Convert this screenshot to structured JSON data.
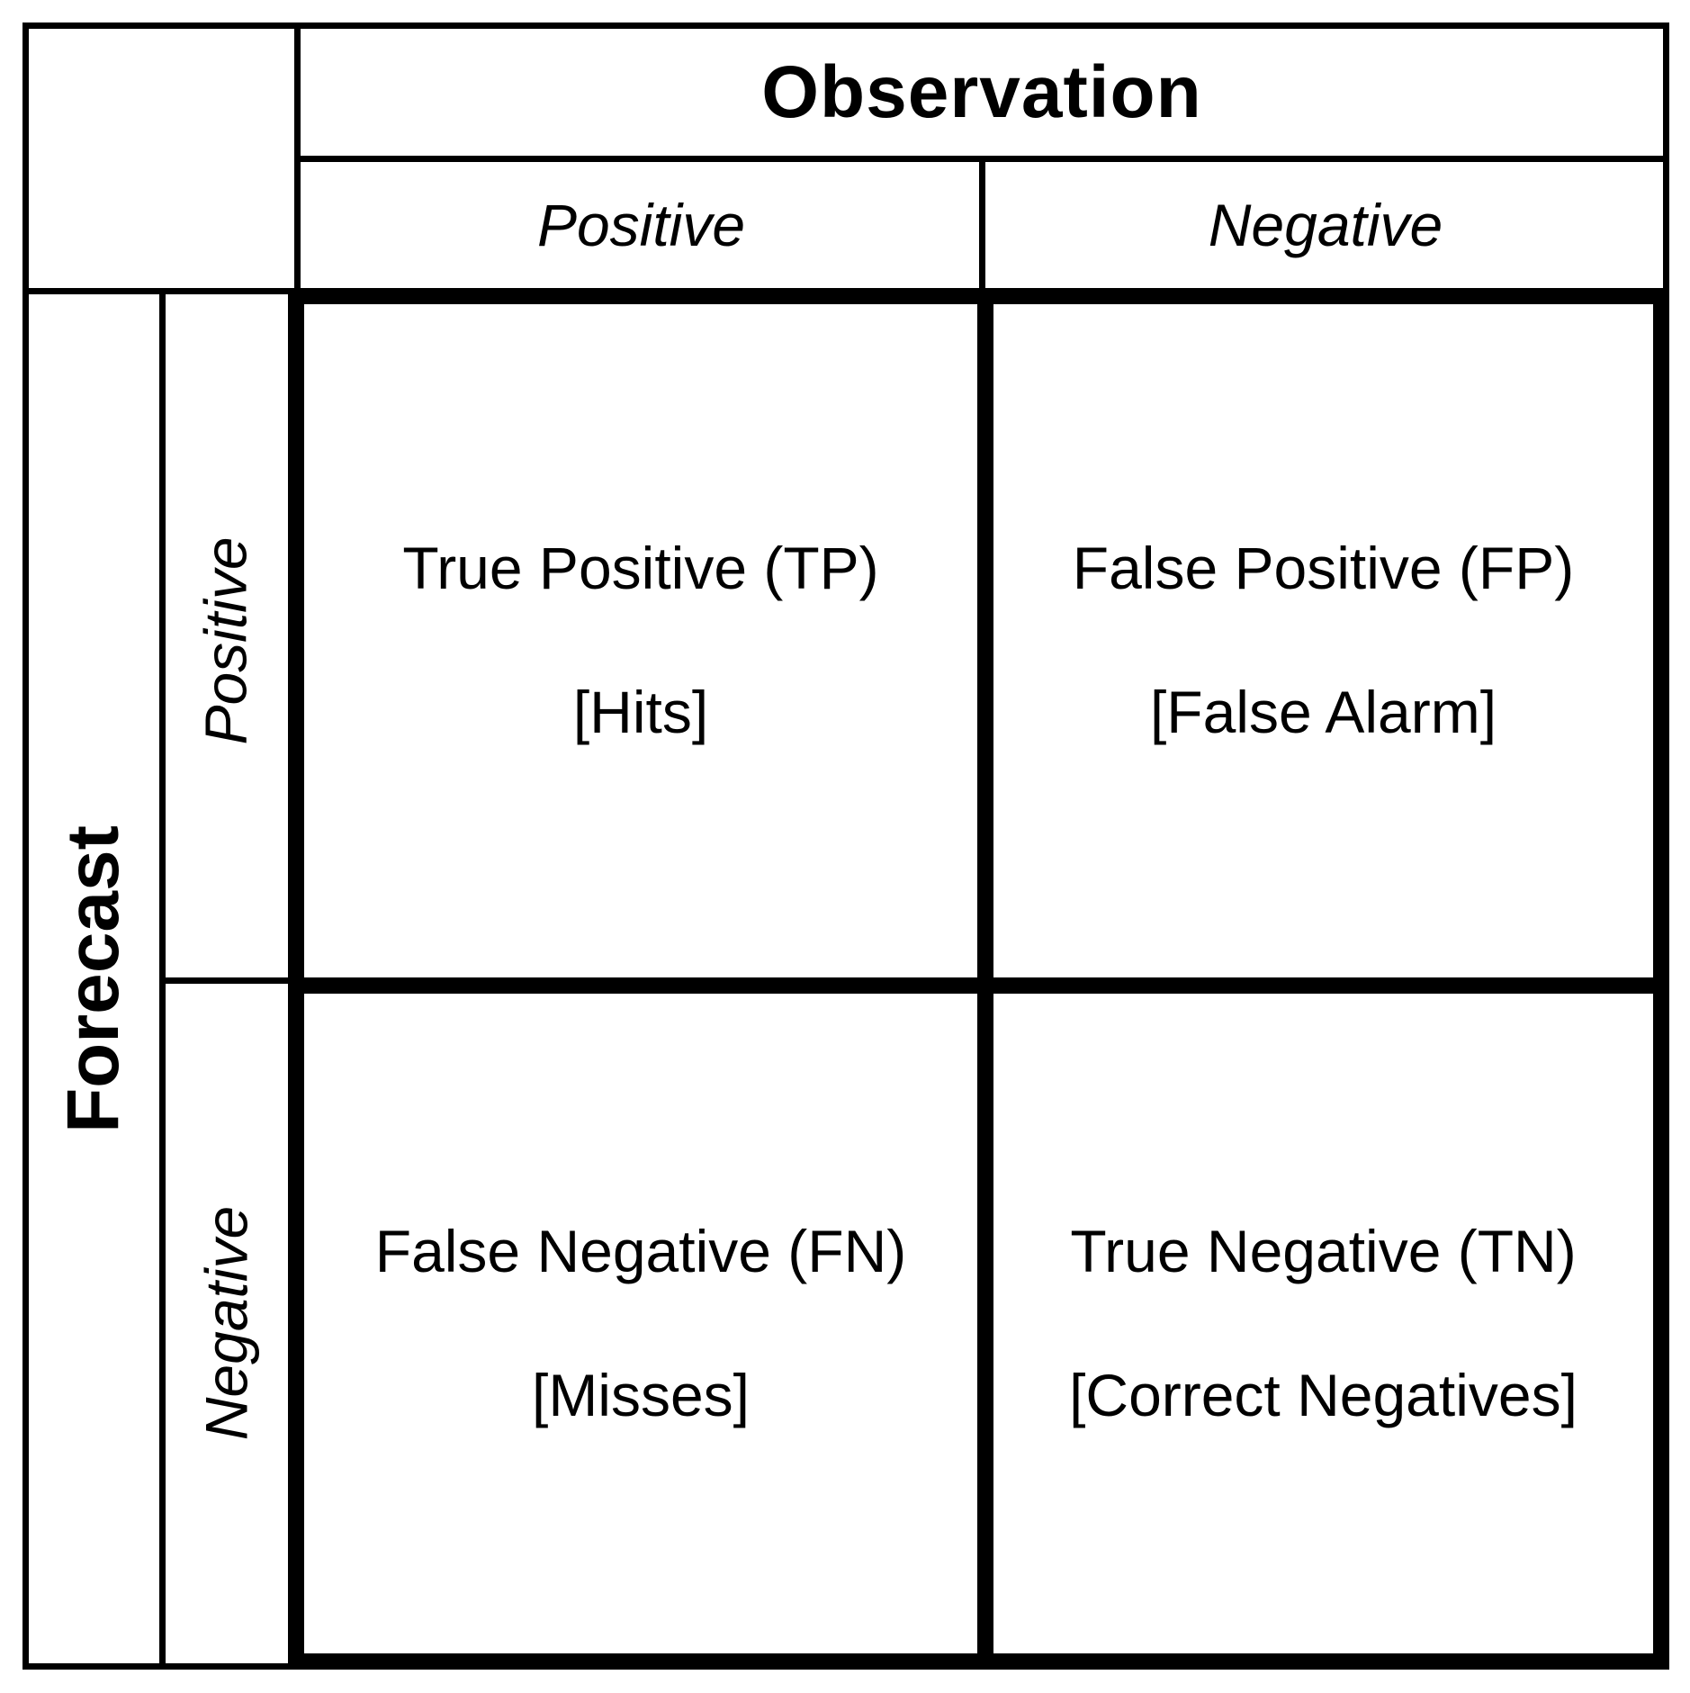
{
  "figure": {
    "background": "#ffffff",
    "border_color": "#000000",
    "text_color": "#000000",
    "observation_axis": {
      "title": "Observation",
      "columns": [
        {
          "label": "Positive"
        },
        {
          "label": "Negative"
        }
      ]
    },
    "forecast_axis": {
      "title": "Forecast",
      "rows": [
        {
          "label": "Positive"
        },
        {
          "label": "Negative"
        }
      ]
    },
    "cells": {
      "tp": {
        "name": "True Positive (TP)",
        "alias": "[Hits]"
      },
      "fp": {
        "name": "False Positive (FP)",
        "alias": "[False Alarm]"
      },
      "fn": {
        "name": "False Negative (FN)",
        "alias": "[Misses]"
      },
      "tn": {
        "name": "True Negative (TN)",
        "alias": "[Correct Negatives]"
      }
    }
  }
}
